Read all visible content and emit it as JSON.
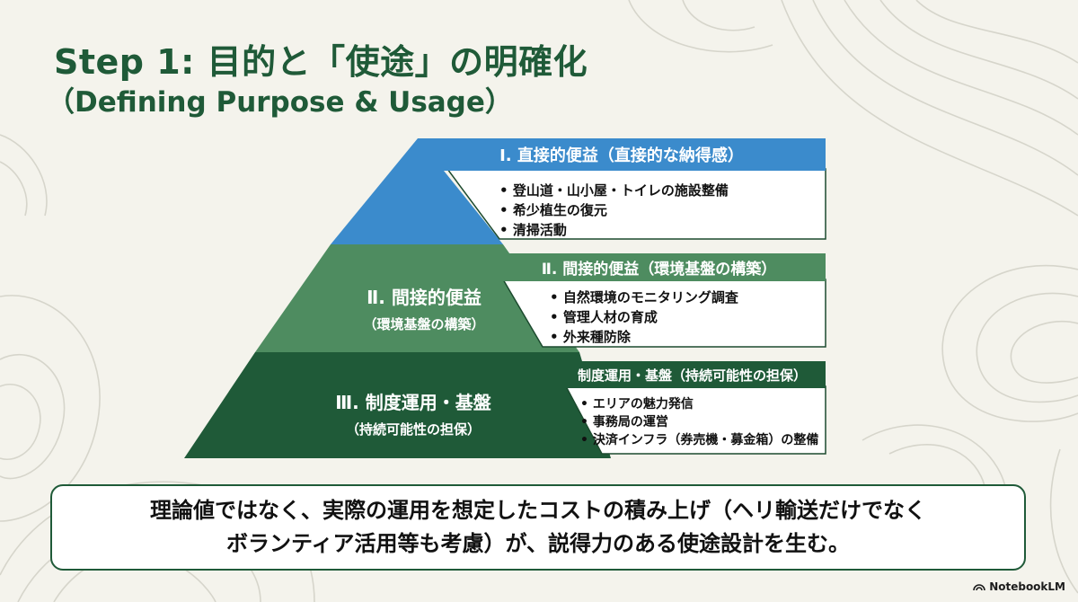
{
  "slide": {
    "title": "Step 1: 目的と「使途」の明確化",
    "subtitle": "（Defining Purpose & Usage）"
  },
  "pyramid": {
    "tier1": {
      "header": "Ⅰ. 直接的便益（直接的な納得感）",
      "items": [
        "登山道・山小屋・トイレの施設整備",
        "希少植生の復元",
        "清掃活動"
      ],
      "color": "#3b8bcc"
    },
    "tier2": {
      "label": "Ⅱ. 間接的便益",
      "label_sub": "（環境基盤の構築）",
      "header": "Ⅱ. 間接的便益（環境基盤の構築）",
      "items": [
        "自然環境のモニタリング調査",
        "管理人材の育成",
        "外来種防除"
      ],
      "color": "#4e8c60"
    },
    "tier3": {
      "label": "Ⅲ. 制度運用・基盤",
      "label_sub": "（持続可能性の担保）",
      "header": "制度運用・基盤（持続可能性の担保）",
      "items": [
        "エリアの魅力発信",
        "事務局の運営",
        "決済インフラ（券売機・募金箱）の整備"
      ],
      "color": "#1f5a38"
    }
  },
  "callout": {
    "line1": "理論値ではなく、実際の運用を想定したコストの積み上げ（ヘリ輸送だけでなく",
    "line2": "ボランティア活用等も考慮）が、説得力のある使途設計を生む。"
  },
  "brand": {
    "label": "NotebookLM",
    "icon": "notebooklm-icon"
  }
}
